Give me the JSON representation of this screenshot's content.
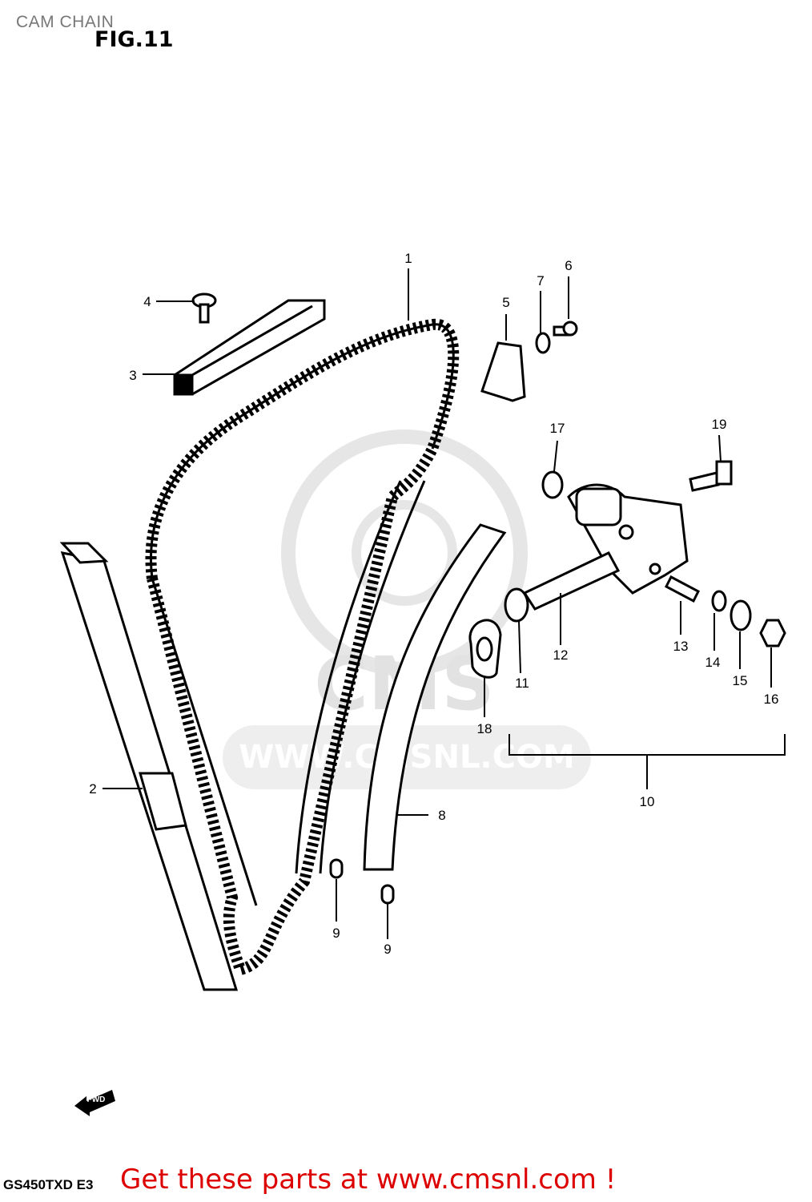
{
  "header": {
    "title": "CAM CHAIN"
  },
  "figure": {
    "label": "FIG.11"
  },
  "watermark": {
    "logo_text": "CMS",
    "url_text": "WWW.CMSNL.COM"
  },
  "callouts": {
    "c1": "1",
    "c2": "2",
    "c3": "3",
    "c4": "4",
    "c5": "5",
    "c6": "6",
    "c7": "7",
    "c8": "8",
    "c9a": "9",
    "c9b": "9",
    "c10": "10",
    "c11": "11",
    "c12": "12",
    "c13": "13",
    "c14": "14",
    "c15": "15",
    "c16": "16",
    "c17": "17",
    "c18": "18",
    "c19": "19"
  },
  "fwd_marker": {
    "label": "FWD"
  },
  "model_code": "GS450TXD E3",
  "footer": {
    "cta": "Get these parts at www.cmsnl.com !"
  },
  "colors": {
    "cta": "#dd0000",
    "header": "#777777",
    "watermark": "#e2e2e2",
    "ink": "#000000"
  }
}
